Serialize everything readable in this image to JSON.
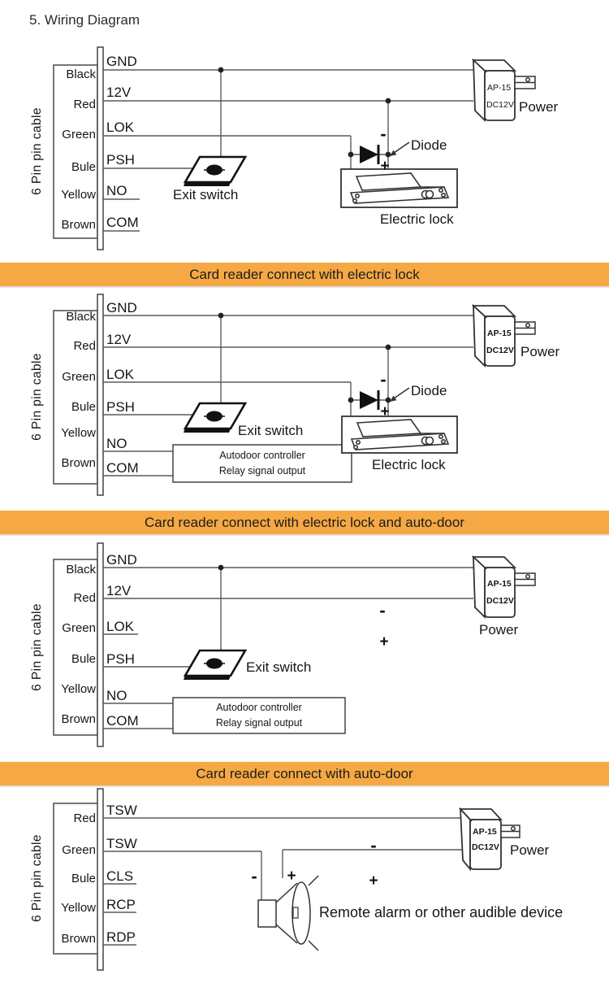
{
  "page": {
    "title": "5. Wiring Diagram"
  },
  "symbols": {
    "plus": "+",
    "minus": "-"
  },
  "colors": {
    "banner": "#F5A843",
    "wire": "#5a5a5a",
    "ink": "#161616"
  },
  "banners": [
    "Card reader connect with electric lock",
    "Card reader connect with electric lock and auto-door",
    "Card reader connect with auto-door"
  ],
  "diagrams": [
    {
      "cable_label": "6 Pin pin cable",
      "wire_colors": [
        "Black",
        "Red",
        "Green",
        "Bule",
        "Yellow",
        "Brown"
      ],
      "signals": [
        "GND",
        "12V",
        "LOK",
        "PSH",
        "NO",
        "COM"
      ],
      "exit_switch": "Exit switch",
      "diode": "Diode",
      "electric_lock": "Electric lock",
      "power": "Power",
      "power_model": "AP-15",
      "power_voltage": "DC12V"
    },
    {
      "cable_label": "6 Pin pin cable",
      "wire_colors": [
        "Black",
        "Red",
        "Green",
        "Bule",
        "Yellow",
        "Brown"
      ],
      "signals": [
        "GND",
        "12V",
        "LOK",
        "PSH",
        "NO",
        "COM"
      ],
      "exit_switch": "Exit switch",
      "diode": "Diode",
      "electric_lock": "Electric lock",
      "power": "Power",
      "power_model": "AP-15",
      "power_voltage": "DC12V",
      "controller": [
        "Autodoor controller",
        "Relay signal output"
      ]
    },
    {
      "cable_label": "6 Pin pin cable",
      "wire_colors": [
        "Black",
        "Red",
        "Green",
        "Bule",
        "Yellow",
        "Brown"
      ],
      "signals": [
        "GND",
        "12V",
        "LOK",
        "PSH",
        "NO",
        "COM"
      ],
      "exit_switch": "Exit switch",
      "power": "Power",
      "power_model": "AP-15",
      "power_voltage": "DC12V",
      "controller": [
        "Autodoor controller",
        "Relay signal output"
      ]
    },
    {
      "cable_label": "6 Pin pin cable",
      "wire_colors": [
        "Red",
        "Green",
        "Bule",
        "Yellow",
        "Brown"
      ],
      "signals": [
        "TSW",
        "TSW",
        "CLS",
        "RCP",
        "RDP"
      ],
      "power": "Power",
      "power_model": "AP-15",
      "power_voltage": "DC12V",
      "alarm": "Remote alarm or other audible device"
    }
  ]
}
